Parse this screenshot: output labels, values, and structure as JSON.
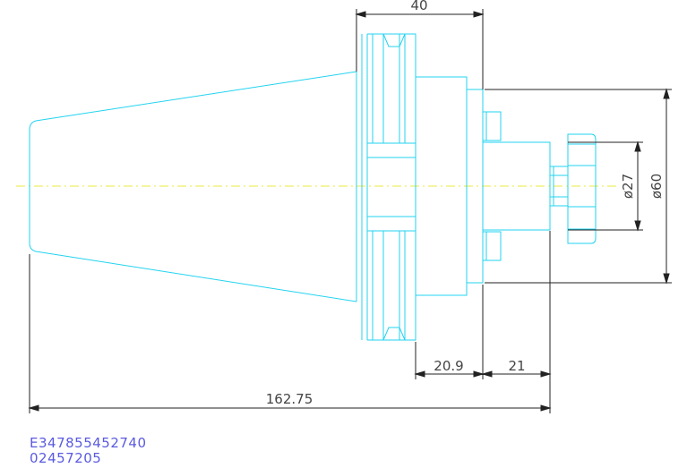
{
  "drawing": {
    "dimensions": {
      "flange_width": "40",
      "diameter_inner": "ø27",
      "diameter_outer": "ø60",
      "shank_length": "20.9",
      "nose_length": "21",
      "overall_length": "162.75"
    },
    "reference": {
      "part_code": "E347855452740",
      "order_number": "02457205"
    },
    "colors": {
      "part_outline": "#22d3f0",
      "dimension_lines": "#222222",
      "center_line": "#e8e840",
      "reference_text": "#5a5ae0"
    }
  }
}
